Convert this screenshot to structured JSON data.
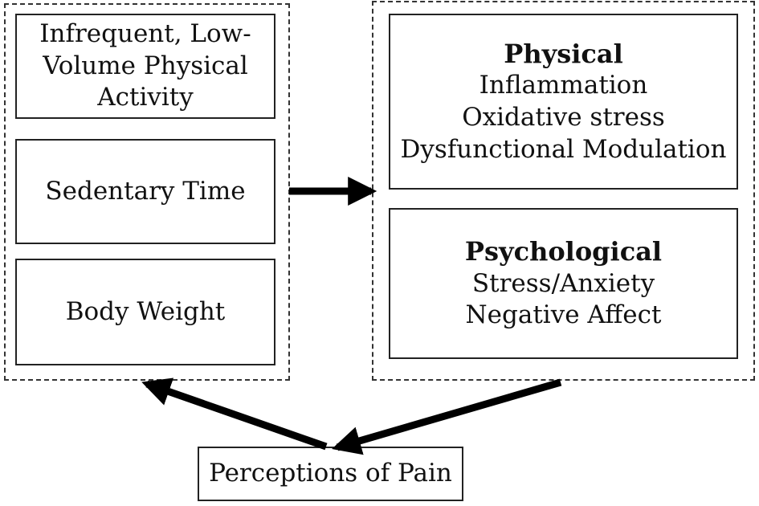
{
  "left_group": {
    "boxes": [
      {
        "text": "Infrequent, Low-\nVolume Physical\nActivity"
      },
      {
        "text": "Sedentary Time"
      },
      {
        "text": "Body Weight"
      }
    ]
  },
  "right_group": {
    "physical": {
      "title": "Physical",
      "items": [
        "Inflammation",
        "Oxidative stress",
        "Dysfunctional Modulation"
      ]
    },
    "psychological": {
      "title": "Psychological",
      "items": [
        "Stress/Anxiety",
        "Negative Affect"
      ]
    }
  },
  "bottom": {
    "text": "Perceptions of Pain"
  }
}
